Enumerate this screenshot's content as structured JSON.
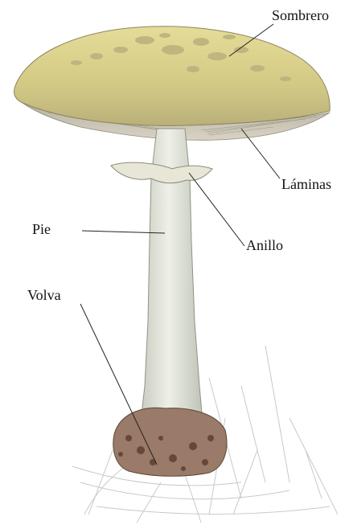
{
  "labels": {
    "sombrero": "Sombrero",
    "laminas": "Láminas",
    "pie": "Pie",
    "anillo": "Anillo",
    "volva": "Volva"
  },
  "colors": {
    "cap_top": "#d9cf8a",
    "cap_spots": "#b7ac78",
    "gills": "#c9c3b0",
    "stem": "#dfe0d6",
    "volva": "#8a6a5a",
    "leader_lines": "#222222"
  }
}
